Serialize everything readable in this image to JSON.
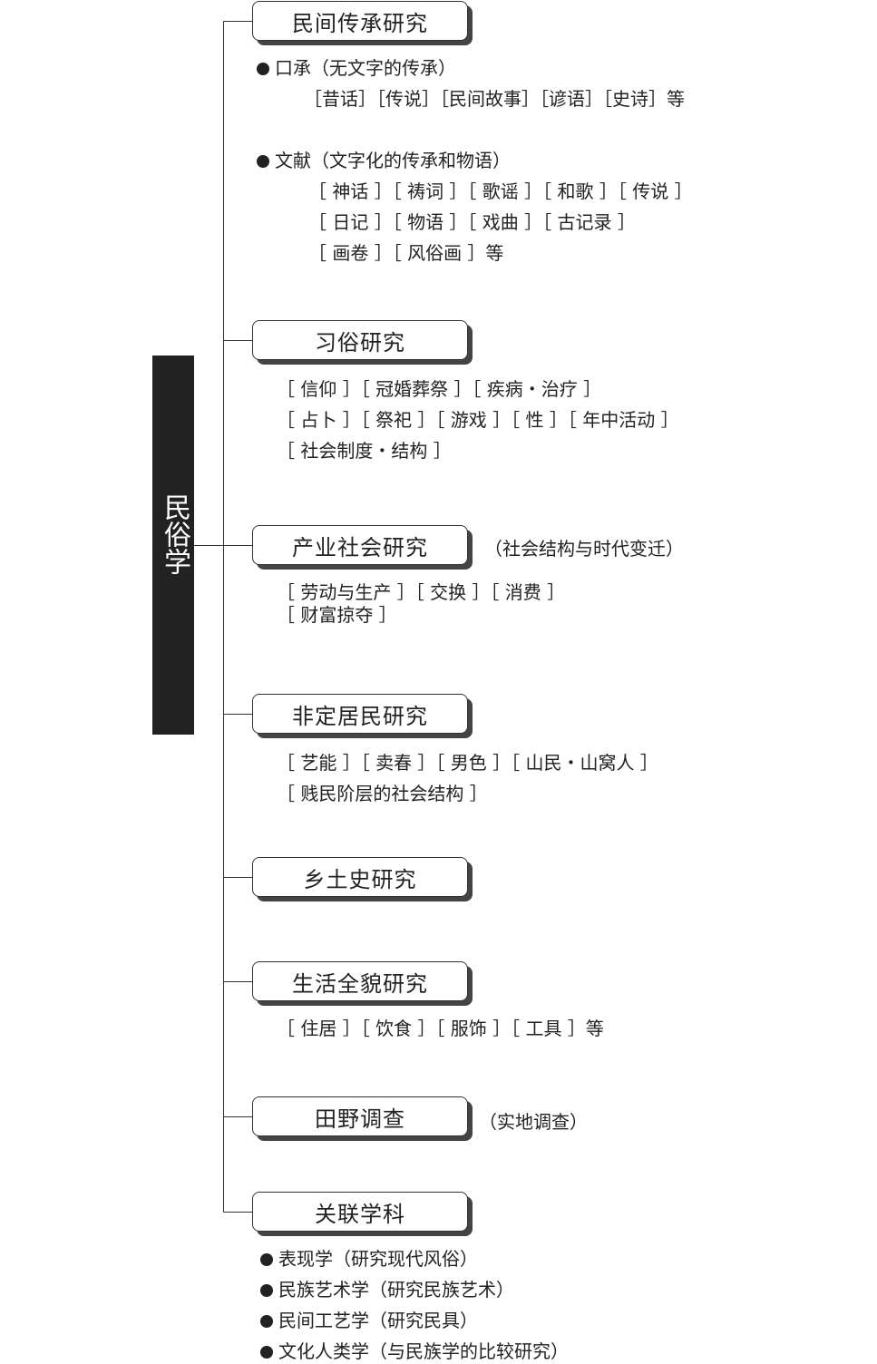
{
  "root": {
    "label": "民俗学"
  },
  "branches": [
    {
      "title": "民间传承研究",
      "note": "",
      "bullets": [
        {
          "heading": "口承（无文字的传承）",
          "lines": [
            "［昔话］［传说］［民间故事］［谚语］［史诗］等"
          ]
        },
        {
          "heading": "文献（文字化的传承和物语）",
          "lines": [
            "［ 神话 ］［ 祷词 ］［ 歌谣 ］［ 和歌 ］［ 传说 ］",
            "［ 日记 ］［ 物语 ］［ 戏曲 ］［ 古记录 ］",
            "［ 画卷 ］［ 风俗画 ］等"
          ]
        }
      ],
      "lines": []
    },
    {
      "title": "习俗研究",
      "note": "",
      "bullets": [],
      "lines": [
        "［ 信仰 ］［ 冠婚葬祭 ］［ 疾病・治疗 ］",
        "［ 占卜 ］［ 祭祀 ］［ 游戏 ］［ 性 ］［ 年中活动 ］",
        "［ 社会制度・结构 ］"
      ]
    },
    {
      "title": "产业社会研究",
      "note": "（社会结构与时代变迁）",
      "bullets": [],
      "lines": [
        "［ 劳动与生产 ］［ 交换 ］［ 消费 ］",
        "［ 财富掠夺 ］"
      ]
    },
    {
      "title": "非定居民研究",
      "note": "",
      "bullets": [],
      "lines": [
        "［ 艺能 ］［ 卖春 ］［ 男色 ］［ 山民・山窝人 ］",
        "［ 贱民阶层的社会结构 ］"
      ]
    },
    {
      "title": "乡土史研究",
      "note": "",
      "bullets": [],
      "lines": []
    },
    {
      "title": "生活全貌研究",
      "note": "",
      "bullets": [],
      "lines": [
        "［ 住居 ］［ 饮食 ］［ 服饰 ］［ 工具 ］等"
      ]
    },
    {
      "title": "田野调查",
      "note": "（实地调查）",
      "bullets": [],
      "lines": []
    },
    {
      "title": "关联学科",
      "note": "",
      "bullets": [
        {
          "heading": "表现学（研究现代风俗）",
          "lines": []
        },
        {
          "heading": "民族艺术学（研究民族艺术）",
          "lines": []
        },
        {
          "heading": "民间工艺学（研究民具）",
          "lines": []
        },
        {
          "heading": "文化人类学（与民族学的比较研究）",
          "lines": []
        }
      ],
      "lines": []
    }
  ]
}
